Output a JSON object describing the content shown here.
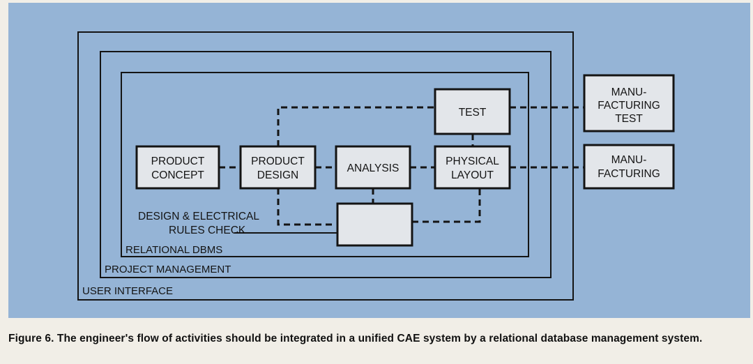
{
  "diagram": {
    "boxes": {
      "product_concept": [
        "PRODUCT",
        "CONCEPT"
      ],
      "product_design": [
        "PRODUCT",
        "DESIGN"
      ],
      "analysis": [
        "ANALYSIS"
      ],
      "test": [
        "TEST"
      ],
      "physical_layout": [
        "PHYSICAL",
        "LAYOUT"
      ],
      "manufacturing_test": [
        "MANU-",
        "FACTURING",
        "TEST"
      ],
      "manufacturing": [
        "MANU-",
        "FACTURING"
      ],
      "rules_check_box": []
    },
    "annotation": [
      "DESIGN & ELECTRICAL",
      "RULES CHECK"
    ],
    "layers": {
      "relational_dbms": "RELATIONAL DBMS",
      "project_management": "PROJECT MANAGEMENT",
      "user_interface": "USER INTERFACE"
    }
  },
  "caption": "Figure 6. The engineer's flow of activities should be integrated in a unified CAE system by a relational database management system.",
  "colors": {
    "panel": "#95b4d6",
    "box_fill": "#e3e6ea",
    "line": "#141414",
    "page": "#f1eee7"
  }
}
